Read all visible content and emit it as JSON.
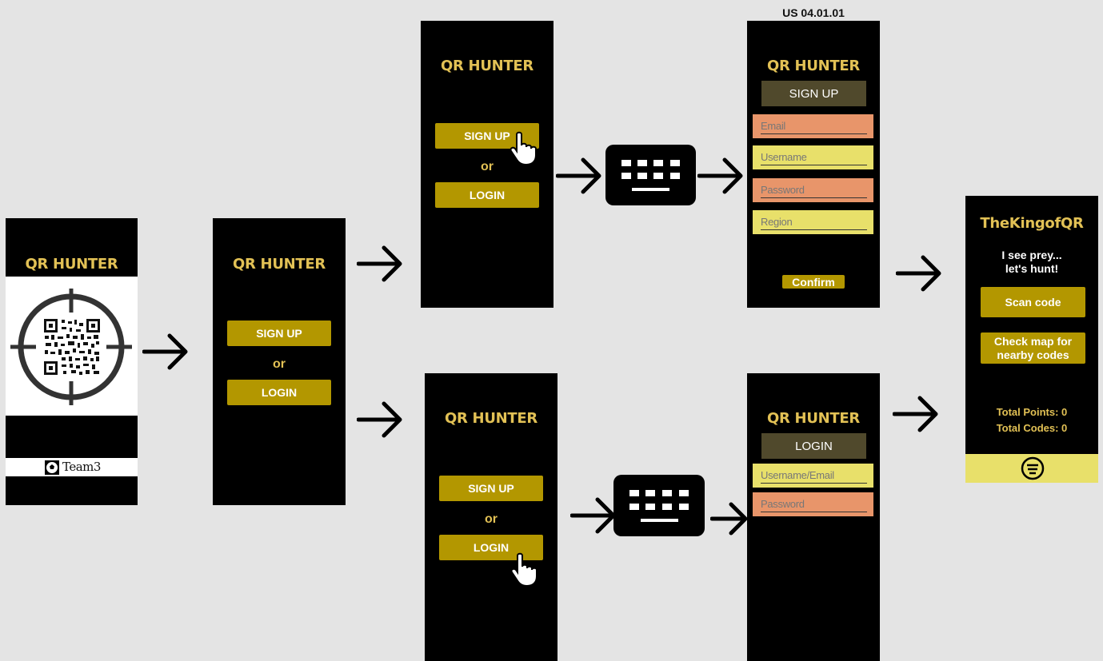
{
  "story_id": "US 04.01.01",
  "app_title": "QR HUNTER",
  "splash": {
    "team_label": "Team3"
  },
  "choice": {
    "signup_label": "SIGN UP",
    "or_label": "or",
    "login_label": "LOGIN"
  },
  "signup_form": {
    "header": "SIGN UP",
    "fields": [
      "Email",
      "Username",
      "Password",
      "Region"
    ],
    "confirm_label": "Confirm"
  },
  "login_form": {
    "header": "LOGIN",
    "fields": [
      "Username/Email",
      "Password"
    ]
  },
  "home": {
    "username": "TheKingofQR",
    "tagline_line1": "I see prey...",
    "tagline_line2": "let's hunt!",
    "scan_label": "Scan code",
    "map_line1": "Check map for",
    "map_line2": "nearby codes",
    "points_label": "Total Points: 0",
    "codes_label": "Total Codes: 0",
    "menu_icon": "menu-circle-icon"
  },
  "colors": {
    "screen_bg": "#000000",
    "title_gold": "#e2c155",
    "button_gold": "#b39700",
    "field_orange": "#e8956a",
    "field_yellow": "#e8e06a",
    "header_olive": "#50492c",
    "canvas": "#e4e4e4"
  }
}
